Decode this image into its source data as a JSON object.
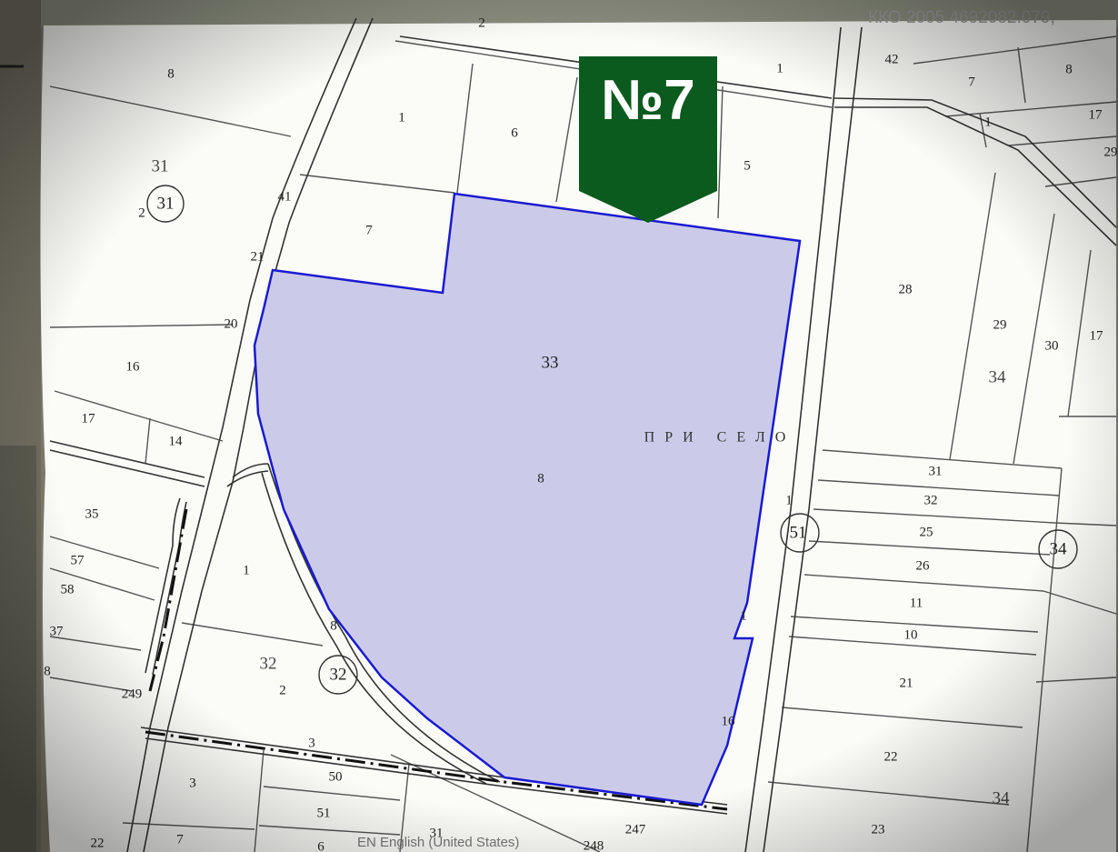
{
  "marker": {
    "label": "№7",
    "color": "#0b5a1e"
  },
  "selected_parcel": {
    "fill": "#cbcbe9",
    "stroke": "#1a1ad0"
  },
  "locality_name": "ПРИ СЕЛО",
  "coordinate_readout": "ККО 2005 4692082.079,",
  "input_language_indicator": "EN English (United States)",
  "parcel_labels": [
    "8",
    "31",
    "2",
    "16",
    "17",
    "14",
    "35",
    "57",
    "58",
    "37",
    "8",
    "249",
    "1",
    "32",
    "2",
    "3",
    "7",
    "22",
    "1",
    "6",
    "7",
    "33",
    "8",
    "5",
    "1",
    "42",
    "7",
    "8",
    "1",
    "17",
    "29",
    "28",
    "29",
    "30",
    "17",
    "34",
    "31",
    "32",
    "25",
    "26",
    "11",
    "10",
    "21",
    "22",
    "34",
    "23",
    "1",
    "50",
    "51",
    "31",
    "6",
    "247",
    "41",
    "21",
    "20",
    "8",
    "1",
    "16",
    "3",
    "2",
    "248"
  ],
  "block_labels": [
    "31",
    "32",
    "51",
    "34"
  ]
}
